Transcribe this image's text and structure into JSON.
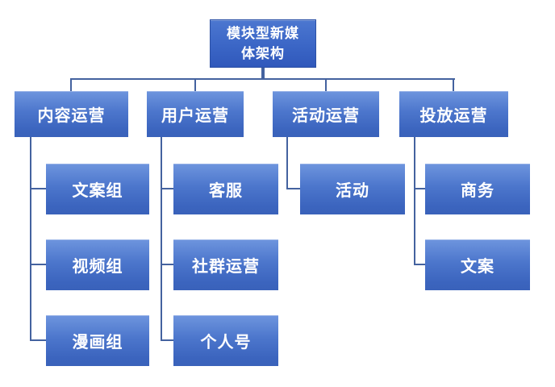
{
  "diagram": {
    "type": "org-chart",
    "title": {
      "text": "模块型新媒体架构",
      "line1": "模块型新媒",
      "line2": "体架构"
    },
    "branches": [
      {
        "label": "内容运营",
        "children": [
          "文案组",
          "视频组",
          "漫画组"
        ]
      },
      {
        "label": "用户运营",
        "children": [
          "客服",
          "社群运营",
          "个人号"
        ]
      },
      {
        "label": "活动运营",
        "children": [
          "活动"
        ]
      },
      {
        "label": "投放运营",
        "children": [
          "商务",
          "文案"
        ]
      }
    ],
    "colors": {
      "node_gradient_top": "#6e95de",
      "node_gradient_bottom": "#3a62ba",
      "title_fill": "#3b66c6",
      "connector": "#44629f",
      "text": "#ffffff",
      "background": "#ffffff"
    }
  }
}
